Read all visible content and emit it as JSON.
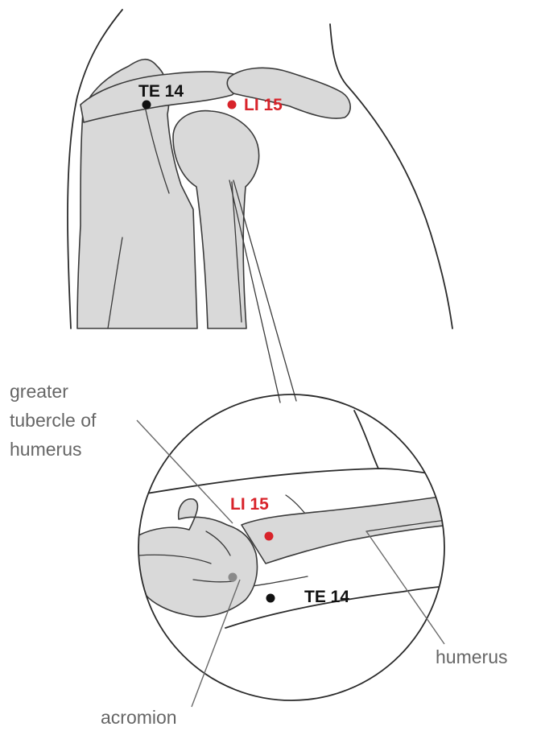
{
  "points": {
    "te14": {
      "label": "TE 14",
      "color": "#111111"
    },
    "li15": {
      "label": "LI 15",
      "color": "#d8232a"
    }
  },
  "labels": {
    "greater_tubercle": [
      "greater",
      "tubercle of",
      "humerus"
    ],
    "humerus": "humerus",
    "acromion": "acromion"
  },
  "colors": {
    "bone_fill": "#d9d9d9",
    "outline": "#2b2b2b",
    "label_text": "#666666",
    "marker_grey": "#8a8a8a"
  }
}
